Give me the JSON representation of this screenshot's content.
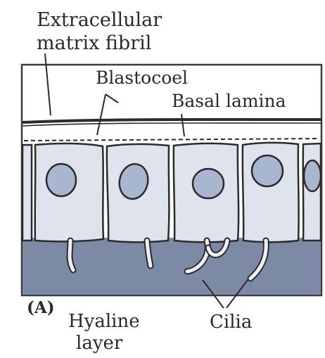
{
  "figure": {
    "panel_label": "(A)",
    "labels": {
      "ecm_line1": "Extracellular",
      "ecm_line2": "matrix fibril",
      "blastocoel": "Blastocoel",
      "basal_lamina": "Basal lamina",
      "hyaline_line1": "Hyaline",
      "hyaline_line2": "layer",
      "cilia": "Cilia"
    },
    "colors": {
      "cell_fill": "#dfe3ec",
      "nucleus_fill": "#a9b6cf",
      "hyaline_fill": "#7d8aa5",
      "outline": "#2b2b2b",
      "frame": "#3c3c3c"
    }
  }
}
